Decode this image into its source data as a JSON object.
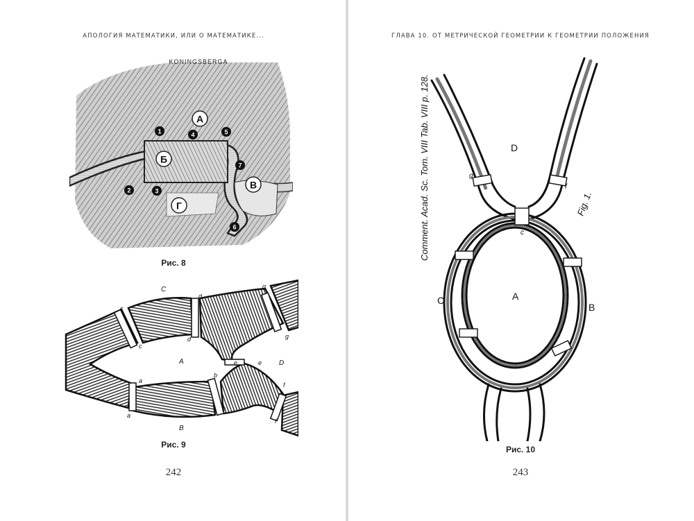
{
  "left_page": {
    "running_head": "АПОЛОГИЯ МАТЕМАТИКИ, ИЛИ О МАТЕМАТИКЕ...",
    "page_number": "242",
    "figure8": {
      "caption": "Рис. 8",
      "map_title": "KONINGSBERGA",
      "regions": [
        "А",
        "Б",
        "В",
        "Г"
      ],
      "bridges": [
        "1",
        "2",
        "3",
        "4",
        "5",
        "6",
        "7"
      ]
    },
    "figure9": {
      "caption": "Рис. 9",
      "regions": {
        "a": "A",
        "b": "B",
        "c": "C",
        "d": "D"
      },
      "bridge_labels": [
        "c",
        "c",
        "d",
        "d",
        "g",
        "g",
        "e",
        "e",
        "a",
        "a",
        "b",
        "b",
        "f",
        "f"
      ]
    }
  },
  "right_page": {
    "running_head": "ГЛАВА 10. ОТ МЕТРИЧЕСКОЙ ГЕОМЕТРИИ К ГЕОМЕТРИИ ПОЛОЖЕНИЯ",
    "page_number": "243",
    "figure10": {
      "caption": "Рис. 10",
      "side_note": "Comment. Acad. Sc. Tom. VIII Tab. VIII p. 128.",
      "fig_label": "Fig. 1.",
      "regions": {
        "a": "A",
        "b": "B",
        "c": "C",
        "d": "D"
      },
      "bridge_letters": {
        "c": "c",
        "f": "f",
        "g": "g"
      }
    }
  }
}
